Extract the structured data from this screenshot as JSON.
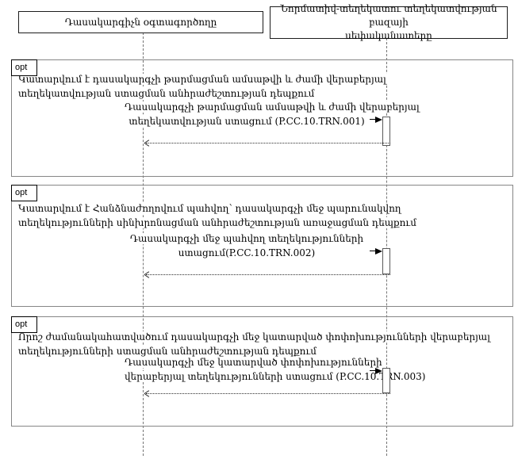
{
  "colors": {
    "background": "#ffffff",
    "actor_border": "#1c1c1c",
    "fragment_border": "#868686",
    "lifeline": "#757575",
    "text": "#000000"
  },
  "actors": [
    {
      "line1": "Դասակարգիչն օգտագործողը"
    },
    {
      "line1": "Նորմատիվ-տեղեկատու տեղեկատվության բազայի",
      "line2": "սեփականատերը"
    }
  ],
  "fragments": [
    {
      "operator": "opt",
      "guard1": "Կատարվում է դասակարգչի թարմացման ամսաթվի և ժամի վերաբերյալ",
      "guard2": "տեղեկատվության ստացման անհրաժեշտության դեպքում",
      "msg1": "Դասակարգչի թարմացման ամսաթվի և ժամի վերաբերյալ",
      "msg2": "տեղեկատվության ստացում (P.CC.10.TRN.001)"
    },
    {
      "operator": "opt",
      "guard1": "Կատարվում է Հանձնաժողովում պահվող՝ դասակարգչի մեջ պարունակվող",
      "guard2": "տեղեկությունների սինխրոնացման անհրաժեշտության առաջացման դեպքում",
      "msg1": "Դասակարգչի մեջ պահվող տեղեկությունների",
      "msg2": "ստացում(P.CC.10.TRN.002)"
    },
    {
      "operator": "opt",
      "guard1": "Որոշ ժամանակահատվածում դասակարգչի մեջ կատարված փոփոխությունների վերաբերյալ",
      "guard2": "տեղեկությունների ստացման անհրաժեշտության դեպքում",
      "msg1": "Դասակարգչի մեջ կատարված փոփոխությունների",
      "msg2": "վերաբերյալ տեղեկությունների ստացում (P.CC.10.TRN.003)"
    }
  ]
}
